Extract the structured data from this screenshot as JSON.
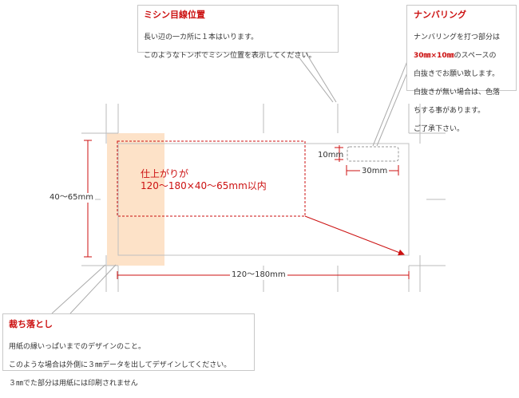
{
  "callouts": {
    "mishin": {
      "title": "ミシン目線位置",
      "lines": [
        "長い辺の一カ所に１本はいります。",
        "このようなトンボでミシン位置を表示してください。"
      ]
    },
    "numbering": {
      "title": "ナンバリング",
      "line1": "ナンバリングを打つ部分は",
      "accent": "30㎜×10㎜",
      "line2_rest": "のスペースの",
      "lines_after": [
        "白抜きでお願い致します。",
        "白抜きが無い場合は、色落",
        "ちする事があります。",
        "ご了承下さい。"
      ]
    },
    "tachi": {
      "title": "裁ち落とし",
      "lines": [
        "用紙の縁いっぱいまでのデザインのこと。",
        "このような場合は外側に３㎜データを出してデザインしてください。",
        "３㎜でた部分は用紙には印刷されません"
      ]
    }
  },
  "labels": {
    "finished_line1": "仕上がりが",
    "finished_line2": "120〜180×40〜65mm以内",
    "height": "40〜65mm",
    "width": "120〜180mm",
    "num_height": "10mm",
    "num_width": "30mm"
  },
  "colors": {
    "accent_red": "#cc1111",
    "bleed_fill": "#fde2c8",
    "paper_line": "#c0c0c0",
    "trim_mark": "#bbbbbb",
    "callout_border": "#c8c8c8"
  }
}
